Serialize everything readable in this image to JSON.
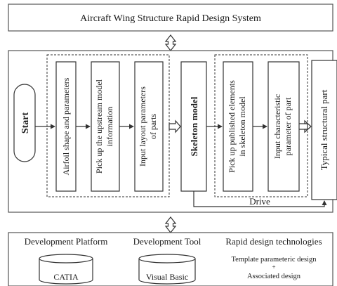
{
  "header": {
    "title": "Aircraft Wing Structure Rapid Design System"
  },
  "flow": {
    "start": "Start",
    "step1": "Airfoil shape and parameters",
    "step2": "Pick up the upstream model information",
    "step3": "Input layout parameters of parts",
    "skeleton": "Skeleton model",
    "step5": "Pick up published elements in skeleton model",
    "step6": "Input characteristic parameter of part",
    "step7": "Typical structural part",
    "drive": "Drive"
  },
  "footer": {
    "platform_title": "Development Platform",
    "platform_name": "CATIA",
    "tool_title": "Development Tool",
    "tool_name": "Visual Basic",
    "tech_title": "Rapid design technologies",
    "tech_line1": "Template parameteric design",
    "tech_line2": "+",
    "tech_line3": "Associated design"
  }
}
